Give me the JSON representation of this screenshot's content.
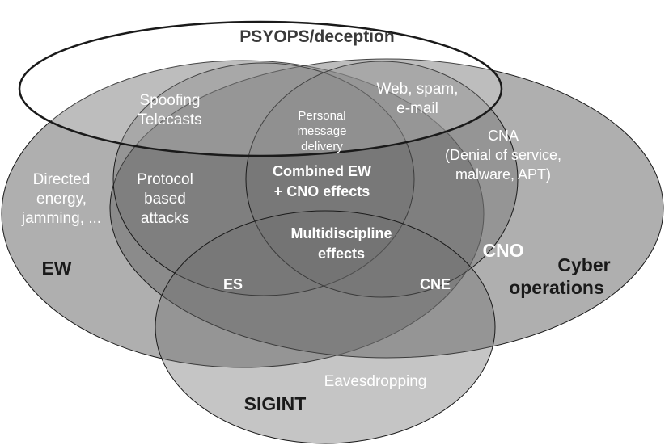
{
  "diagram": {
    "psyops": "PSYOPS/deception",
    "spoofing_1": "Spoofing",
    "spoofing_2": "Telecasts",
    "web_1": "Web, spam,",
    "web_2": "e-mail",
    "personal_1": "Personal",
    "personal_2": "message",
    "personal_3": "delivery",
    "cna_1": "CNA",
    "cna_2": "(Denial of service,",
    "cna_3": "malware, APT)",
    "directed_1": "Directed",
    "directed_2": "energy,",
    "directed_3": "jamming, ...",
    "protocol_1": "Protocol",
    "protocol_2": "based",
    "protocol_3": "attacks",
    "combined_1": "Combined EW",
    "combined_2": "+ CNO effects",
    "multi_1": "Multidiscipline",
    "multi_2": "effects",
    "ew": "EW",
    "cno": "CNO",
    "cyber_1": "Cyber",
    "cyber_2": "operations",
    "es": "ES",
    "cne": "CNE",
    "eavesdropping": "Eavesdropping",
    "sigint": "SIGINT"
  },
  "colors": {
    "ellipse_fill": "#6e6e6e",
    "outline": "#1a1a1a",
    "background": "#ffffff",
    "light_text": "#ffffff",
    "dark_text": "#1a1a1a"
  }
}
